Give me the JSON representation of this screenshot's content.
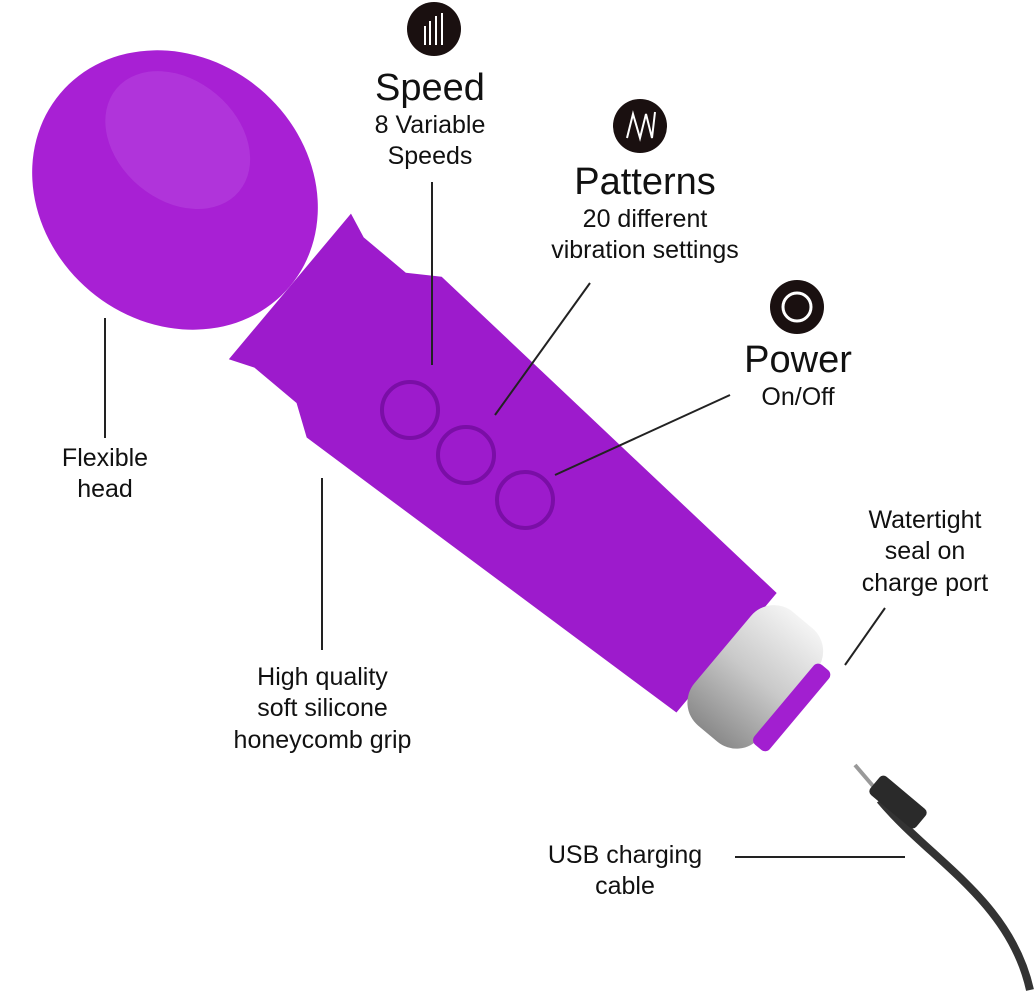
{
  "features": {
    "speed": {
      "title": "Speed",
      "line1": "8 Variable",
      "line2": "Speeds",
      "icon": "speed-bars-icon"
    },
    "patterns": {
      "title": "Patterns",
      "line1": "20 different",
      "line2": "vibration settings",
      "icon": "wave-pattern-icon"
    },
    "power": {
      "title": "Power",
      "line1": "On/Off",
      "icon": "power-icon"
    }
  },
  "callouts": {
    "head": {
      "line1": "Flexible",
      "line2": "head"
    },
    "grip": {
      "line1": "High quality",
      "line2": "soft silicone",
      "line3": "honeycomb grip"
    },
    "seal": {
      "line1": "Watertight",
      "line2": "seal on",
      "line3": "charge port"
    },
    "usb": {
      "line1": "USB charging",
      "line2": "cable"
    }
  },
  "colors": {
    "body": "#a21fd0",
    "cap": "#d9d9d9",
    "icon_bg": "#1a1010"
  }
}
